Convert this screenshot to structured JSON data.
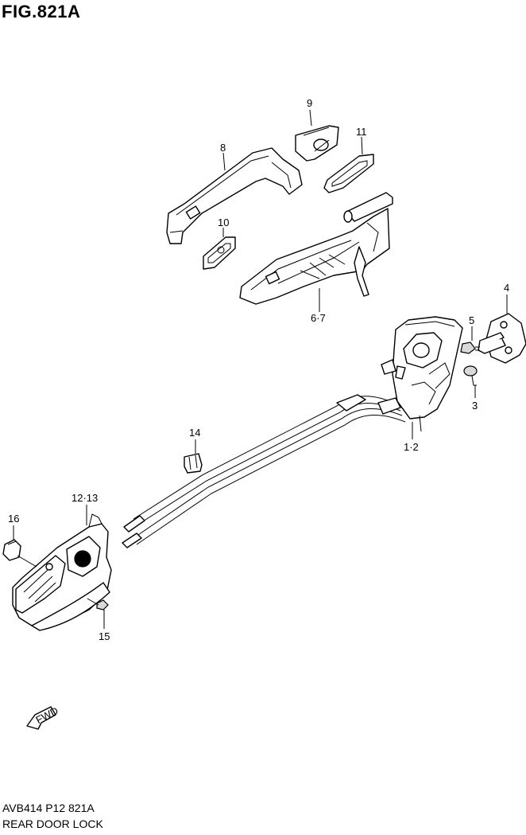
{
  "figure": {
    "title": "FIG.821A"
  },
  "footer": {
    "code": "AVB414 P12 821A",
    "name": "REAR DOOR LOCK"
  },
  "callouts": [
    {
      "id": "9",
      "label": "9"
    },
    {
      "id": "8",
      "label": "8"
    },
    {
      "id": "11",
      "label": "11"
    },
    {
      "id": "10",
      "label": "10"
    },
    {
      "id": "4",
      "label": "4"
    },
    {
      "id": "5",
      "label": "5"
    },
    {
      "id": "6-7",
      "label": "6·7"
    },
    {
      "id": "3",
      "label": "3"
    },
    {
      "id": "1-2",
      "label": "1·2"
    },
    {
      "id": "14",
      "label": "14"
    },
    {
      "id": "12-13",
      "label": "12·13"
    },
    {
      "id": "16",
      "label": "16"
    },
    {
      "id": "15",
      "label": "15"
    }
  ],
  "fwd_badge": {
    "label": "FWD"
  }
}
